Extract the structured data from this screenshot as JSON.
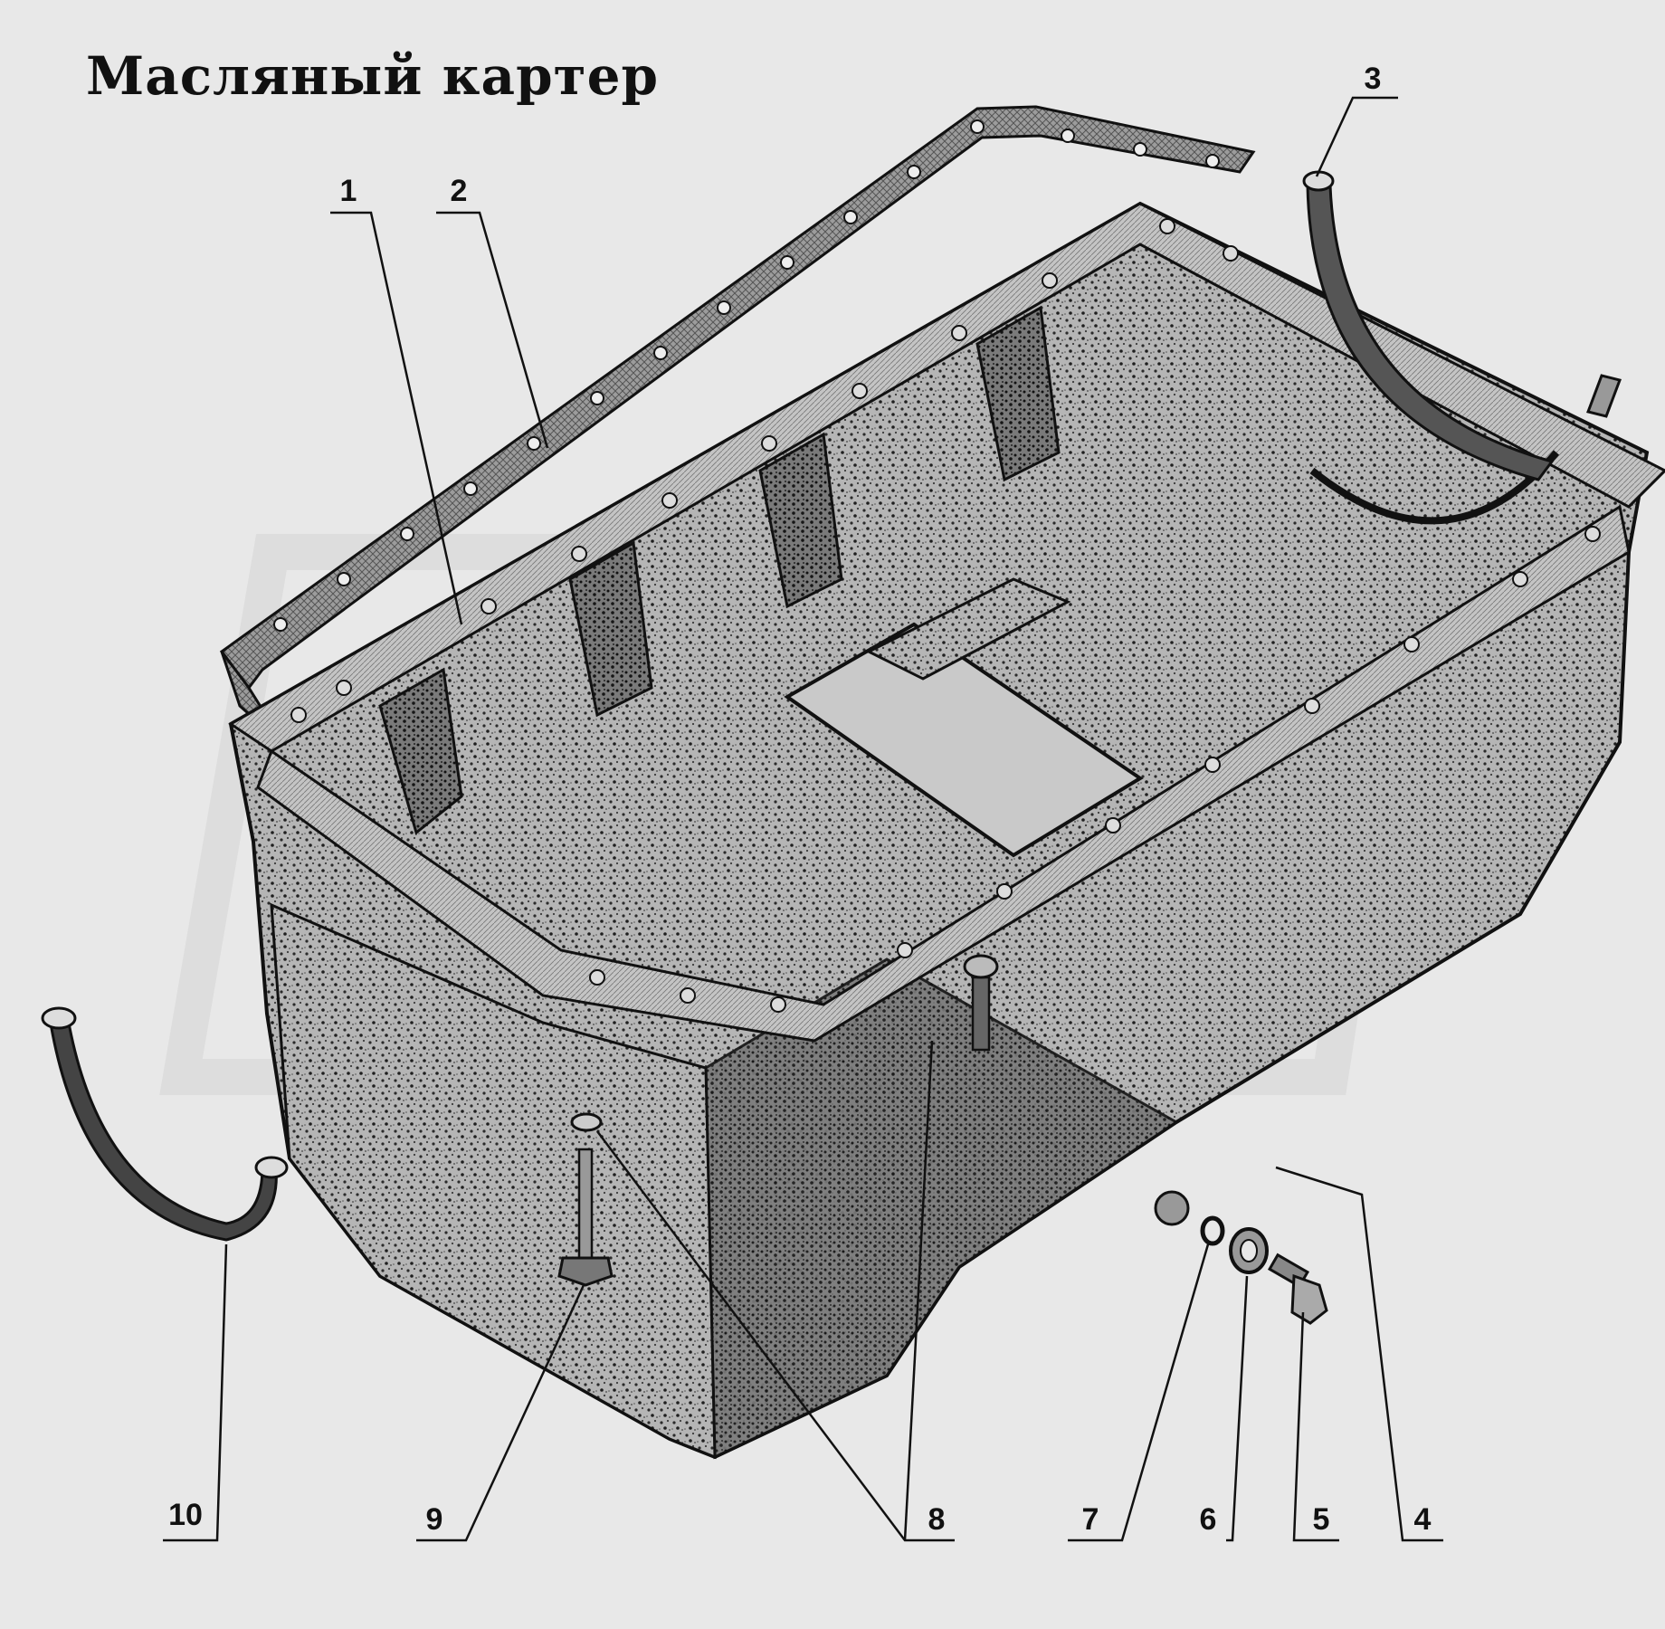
{
  "title": "Масляный картер",
  "callouts": {
    "c1": "1",
    "c2": "2",
    "c3": "3",
    "c4": "4",
    "c5": "5",
    "c6": "6",
    "c7": "7",
    "c8": "8",
    "c9": "9",
    "c10": "10"
  },
  "colors": {
    "background": "#e8e8e8",
    "ink": "#111111",
    "casting": "#a9a9a9",
    "casting_dark": "#555555",
    "gasket": "#8d8d8d",
    "watermark": "#d6d6d6"
  }
}
